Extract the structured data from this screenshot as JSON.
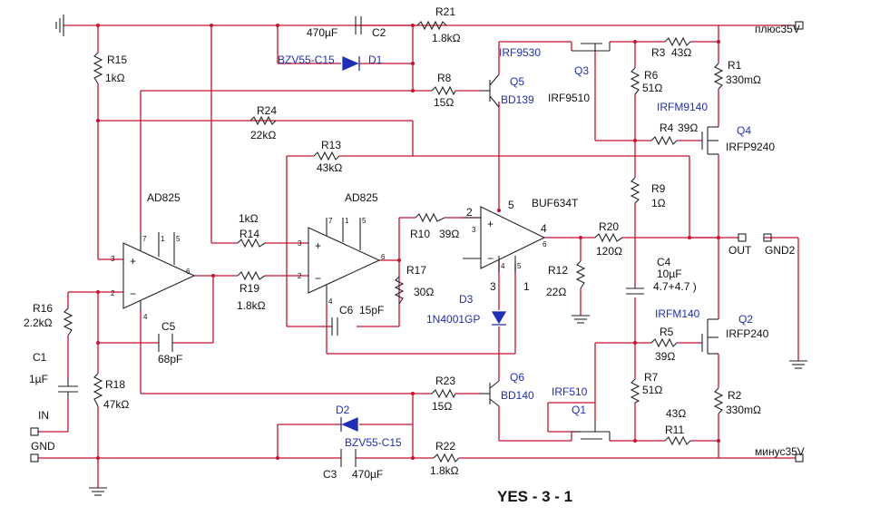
{
  "title": "YES - 3 - 1",
  "ports": {
    "plus": "плюс35V",
    "minus": "минус35V",
    "out": "OUT",
    "gnd2": "GND2",
    "in": "IN",
    "gnd": "GND"
  },
  "opamps": {
    "u1": "AD825",
    "u2": "AD825",
    "u3": "BUF634T"
  },
  "resistors": {
    "r1": [
      "R1",
      "330mΩ"
    ],
    "r2": [
      "R2",
      "330mΩ"
    ],
    "r3": [
      "R3",
      "43Ω"
    ],
    "r4": [
      "R4",
      "39Ω"
    ],
    "r5": [
      "R5",
      "39Ω"
    ],
    "r6": [
      "R6",
      "51Ω"
    ],
    "r7": [
      "R7",
      "51Ω"
    ],
    "r8": [
      "R8",
      "15Ω"
    ],
    "r9": [
      "R9",
      "1Ω"
    ],
    "r10": [
      "R10",
      "39Ω"
    ],
    "r11": [
      "R11",
      "43Ω"
    ],
    "r12": [
      "R12",
      "22Ω"
    ],
    "r13": [
      "R13",
      "43kΩ"
    ],
    "r14": [
      "R14",
      "1kΩ"
    ],
    "r15": [
      "R15",
      "1kΩ"
    ],
    "r16": [
      "R16",
      "2.2kΩ"
    ],
    "r17": [
      "R17",
      "30Ω"
    ],
    "r18": [
      "R18",
      "47kΩ"
    ],
    "r19": [
      "R19",
      "1.8kΩ"
    ],
    "r20": [
      "R20",
      "120Ω"
    ],
    "r21": [
      "R21",
      "1.8kΩ"
    ],
    "r22": [
      "R22",
      "1.8kΩ"
    ],
    "r23": [
      "R23",
      "15Ω"
    ],
    "r24": [
      "R24",
      "22kΩ"
    ]
  },
  "capacitors": {
    "c1": [
      "C1",
      "1µF"
    ],
    "c2": [
      "C2",
      "470µF"
    ],
    "c3": [
      "C3",
      "470µF"
    ],
    "c4": [
      "C4",
      "10µF",
      "4.7+4.7 )"
    ],
    "c5": [
      "C5",
      "68pF"
    ],
    "c6": [
      "C6",
      "15pF"
    ]
  },
  "diodes": {
    "d1": [
      "D1",
      "BZV55-C15"
    ],
    "d2": [
      "D2",
      "BZV55-C15"
    ],
    "d3": [
      "D3",
      "1N4001GP"
    ]
  },
  "transistors": {
    "q1": [
      "Q1",
      "IRF510"
    ],
    "q2": [
      "Q2",
      "IRFP240",
      "IRFM140"
    ],
    "q3": [
      "Q3",
      "IRF9510",
      "IRF9530"
    ],
    "q4": [
      "Q4",
      "IRFP9240",
      "IRFM9140"
    ],
    "q5": [
      "Q5",
      "BD139"
    ],
    "q6": [
      "Q6",
      "BD140"
    ]
  },
  "pins": {
    "u1": [
      "3",
      "2",
      "7",
      "1",
      "5",
      "6",
      "4"
    ],
    "u2": [
      "3",
      "2",
      "7",
      "1",
      "5",
      "6",
      "4"
    ],
    "u3": [
      "2",
      "3",
      "4",
      "6",
      "5",
      "1",
      "3"
    ]
  },
  "extras": {
    "u1_pin3": "3",
    "u1_pin2": "2",
    "u2_pin2": "2",
    "u2_pin3": "3",
    "u3_pin4_lbl": "4",
    "u3_pin3_lbl": "3",
    "u3_pin5_lbl": "5",
    "u3_pin1_lbl": "1",
    "u3_pin2_lbl": "2"
  }
}
